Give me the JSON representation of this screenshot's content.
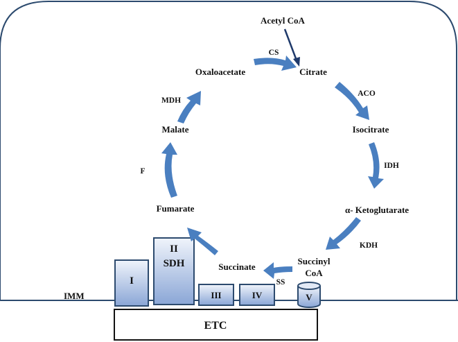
{
  "metabolites": {
    "acetyl_coa": "Acetyl CoA",
    "citrate": "Citrate",
    "isocitrate": "Isocitrate",
    "ketoglutarate": "α- Ketoglutarate",
    "succinyl_coa_line1": "Succinyl",
    "succinyl_coa_line2": "CoA",
    "succinate": "Succinate",
    "fumarate": "Fumarate",
    "malate": "Malate",
    "oxaloacetate": "Oxaloacetate"
  },
  "enzymes": {
    "cs": "CS",
    "aco": "ACO",
    "idh": "IDH",
    "kdh": "KDH",
    "ss": "SS",
    "f": "F",
    "mdh": "MDH"
  },
  "membrane": {
    "imm": "IMM",
    "etc": "ETC",
    "complex_i": "I",
    "complex_ii_line1": "II",
    "complex_ii_line2": "SDH",
    "complex_iii": "III",
    "complex_iv": "IV",
    "complex_v": "V"
  },
  "colors": {
    "arrow": "#4a7fc0",
    "outline": "#2c4a6e",
    "complex_fill_top": "#f0f4fb",
    "complex_fill_bottom": "#8aa6d6",
    "complex_stroke": "#2c4a6e",
    "text": "#111111"
  }
}
